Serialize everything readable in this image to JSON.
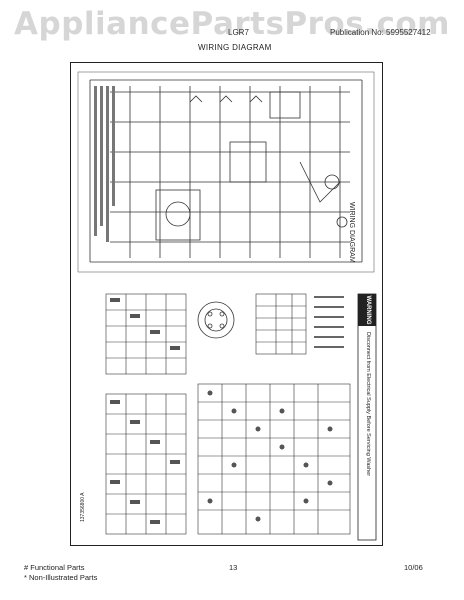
{
  "watermark": {
    "text": "AppliancePartsPros.com"
  },
  "header": {
    "model": "LGR7",
    "publication": "Publication No: 5995527412"
  },
  "title": "WIRING DIAGRAM",
  "diagram": {
    "warning_label": "WARNING",
    "warning_text": "Disconnect from Electrical Supply Before Servicing Washer",
    "diagram_title": "WIRING DIAGRAM",
    "part_number": "137356800 A"
  },
  "footer": {
    "legend_functional": "# Functional Parts",
    "legend_non_illustrated": "* Non-Illustrated Parts",
    "page_number": "13",
    "date": "10/06"
  }
}
